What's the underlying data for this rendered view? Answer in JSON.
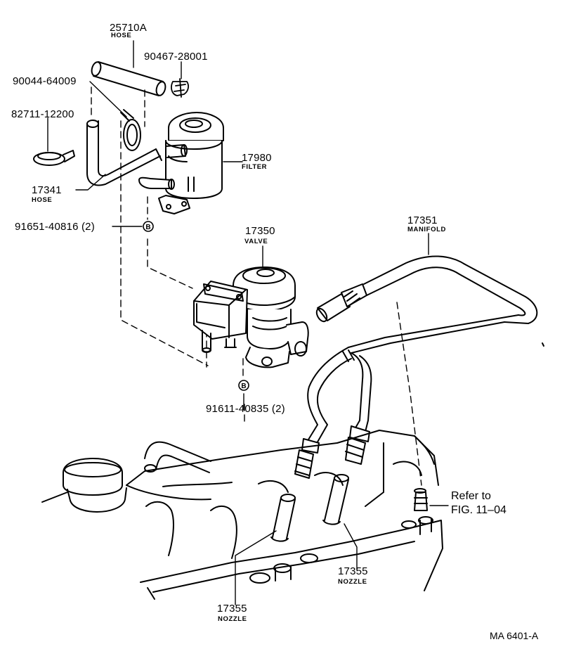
{
  "diagram": {
    "code": "MA 6401-A",
    "colors": {
      "ink": "#000000",
      "paper": "#ffffff"
    },
    "parts": [
      {
        "id": "p1",
        "number": "25710A",
        "name": "HOSE"
      },
      {
        "id": "p2",
        "number": "90467-28001",
        "name": ""
      },
      {
        "id": "p3",
        "number": "90044-64009",
        "name": ""
      },
      {
        "id": "p4",
        "number": "82711-12200",
        "name": ""
      },
      {
        "id": "p5",
        "number": "17980",
        "name": "FILTER"
      },
      {
        "id": "p6",
        "number": "17341",
        "name": "HOSE"
      },
      {
        "id": "p7",
        "number": "91651-40816 (2)",
        "name": ""
      },
      {
        "id": "p8",
        "number": "17350",
        "name": "VALVE"
      },
      {
        "id": "p9",
        "number": "17351",
        "name": "MANIFOLD"
      },
      {
        "id": "p10",
        "number": "91611-40835 (2)",
        "name": ""
      },
      {
        "id": "p11",
        "number": "17355",
        "name": "NOZZLE"
      },
      {
        "id": "p12",
        "number": "17355",
        "name": "NOZZLE"
      }
    ],
    "bolt_marker": "B",
    "reference": {
      "line1": "Refer to",
      "line2": "FIG. 11–04"
    }
  }
}
